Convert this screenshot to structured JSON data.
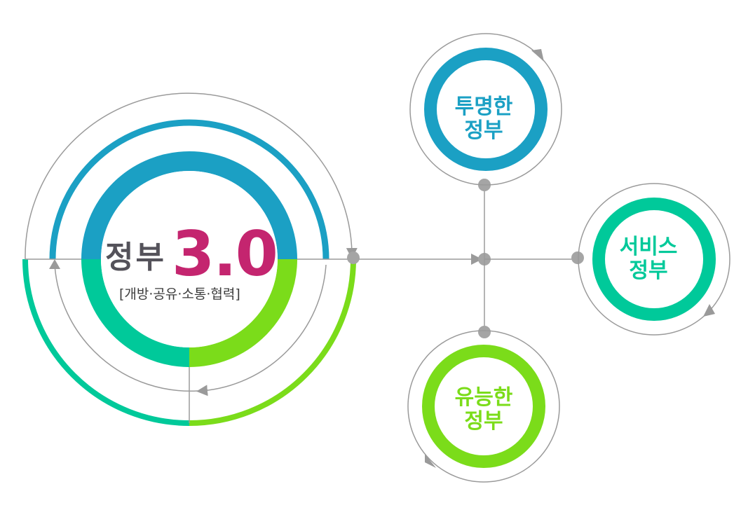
{
  "core": {
    "title": "정부",
    "version": "3.0",
    "subtitle": "[개방·공유·소통·협력]"
  },
  "nodes": {
    "transparent": {
      "line1": "투명한",
      "line2": "정부"
    },
    "service": {
      "line1": "서비스",
      "line2": "정부"
    },
    "capable": {
      "line1": "유능한",
      "line2": "정부"
    }
  },
  "colors": {
    "blue": "#1ba0c4",
    "teal": "#00c99a",
    "lime": "#7bdc1a",
    "gray_line": "#9a9a9a",
    "gray_dot": "#a5a5a5",
    "magenta": "#c4256f"
  },
  "icons": [
    "arrow-head-icon",
    "connector-dot-icon",
    "circular-arrow-icon"
  ]
}
